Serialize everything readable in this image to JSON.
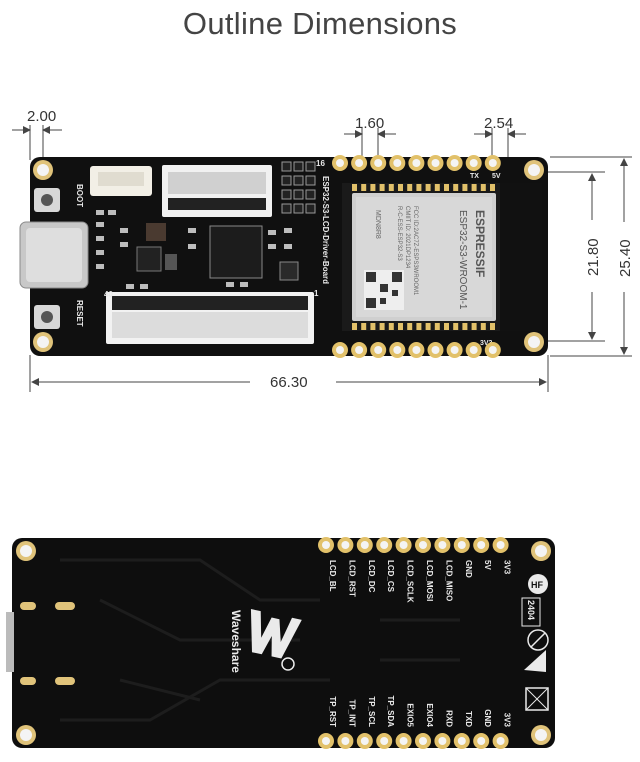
{
  "title": "Outline Dimensions",
  "dimensions": {
    "edge_offset": "2.00",
    "pin_width": "1.60",
    "pin_pitch": "2.54",
    "length": "66.30",
    "module_height": "21.80",
    "board_height": "25.40"
  },
  "front": {
    "board_name": "ESP32-S3-LCD-Driver-Board",
    "boot_label": "BOOT",
    "reset_label": "RESET",
    "pin_16": "16",
    "pin_1": "1",
    "pin_40": "40",
    "pin_5v": "5V",
    "pin_3v3": "3V3",
    "pin_tx": "TX",
    "module": {
      "brand": "ESPRESSIF",
      "model": "ESP32-S3-WROOM-1",
      "line1": "FCC ID:2AC7Z-ESPS3WROOM1",
      "line2": "CMIIT ID: 2021DP1234",
      "line3": "R-C-ESS-ESP32-S3",
      "code": "MDN8R8"
    }
  },
  "back": {
    "brand": "Waveshare",
    "top_pins": [
      "LCD_BL",
      "LCD_RST",
      "LCD_DC",
      "LCD_CS",
      "LCD_SCLK",
      "LCD_MOSI",
      "LCD_MISO",
      "GND",
      "5V",
      "3V3"
    ],
    "bottom_pins": [
      "TP_RST",
      "TP_INT",
      "TP_SCL",
      "TP_SDA",
      "EXIO5",
      "EXIO4",
      "RXD",
      "TXD",
      "GND",
      "3V3"
    ],
    "date_code": "2404",
    "hf_label": "HF"
  },
  "colors": {
    "board": "#111111",
    "pad": "#e2c16a",
    "silk": "#eaeaea",
    "module": "#cfcfcf"
  }
}
